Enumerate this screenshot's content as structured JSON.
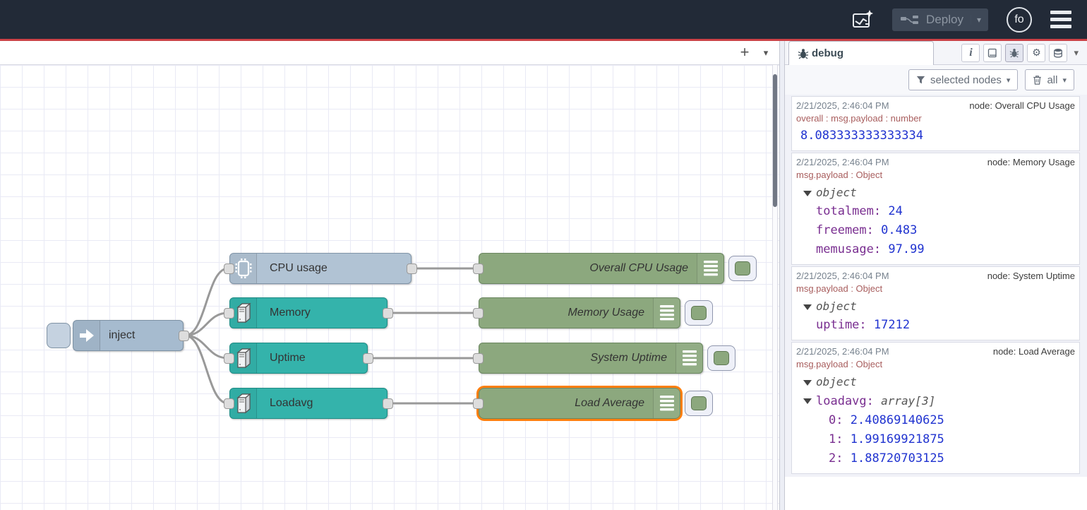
{
  "header": {
    "deploy_label": "Deploy",
    "avatar_label": "fo"
  },
  "glyphs": {
    "caret": "▾",
    "plus": "+",
    "info": "i",
    "gear": "⚙"
  },
  "colors": {
    "header_bg": "#222a37",
    "accent_red_line": "#cb4146",
    "inject_node": "#a6bbcf",
    "cpu_node": "#b1c3d4",
    "os_node_teal": "#34b3ab",
    "debug_node_green": "#8ca87e",
    "selection_orange": "#ff7f0e",
    "wire_gray": "#999999",
    "debug_key_purple": "#792e90",
    "debug_number_blue": "#2033d0",
    "debug_meta_red": "#a85d5d"
  },
  "canvas": {
    "nodes": [
      {
        "id": "inject",
        "label": "inject"
      },
      {
        "id": "cpu-usage",
        "label": "CPU usage"
      },
      {
        "id": "memory",
        "label": "Memory"
      },
      {
        "id": "uptime",
        "label": "Uptime"
      },
      {
        "id": "loadavg",
        "label": "Loadavg"
      },
      {
        "id": "overall-cpu",
        "label": "Overall CPU Usage"
      },
      {
        "id": "memory-usage",
        "label": "Memory Usage"
      },
      {
        "id": "system-uptime",
        "label": "System Uptime"
      },
      {
        "id": "load-average",
        "label": "Load Average"
      }
    ]
  },
  "sidebar": {
    "tab_label": "debug",
    "filter_button_label": "selected nodes",
    "clear_button_label": "all",
    "messages": [
      {
        "timestamp": "2/21/2025, 2:46:04 PM",
        "node": "node: Overall CPU Usage",
        "path": "overall : msg.payload : number",
        "value": "8.083333333333334"
      },
      {
        "timestamp": "2/21/2025, 2:46:04 PM",
        "node": "node: Memory Usage",
        "path": "msg.payload : Object",
        "object_label": "object",
        "entries": [
          {
            "key": "totalmem",
            "value": "24"
          },
          {
            "key": "freemem",
            "value": "0.483"
          },
          {
            "key": "memusage",
            "value": "97.99"
          }
        ]
      },
      {
        "timestamp": "2/21/2025, 2:46:04 PM",
        "node": "node: System Uptime",
        "path": "msg.payload : Object",
        "object_label": "object",
        "entries": [
          {
            "key": "uptime",
            "value": "17212"
          }
        ]
      },
      {
        "timestamp": "2/21/2025, 2:46:04 PM",
        "node": "node: Load Average",
        "path": "msg.payload : Object",
        "object_label": "object",
        "array_key": "loadavg",
        "array_type": "array[3]",
        "items": [
          {
            "index": "0",
            "value": "2.40869140625"
          },
          {
            "index": "1",
            "value": "1.99169921875"
          },
          {
            "index": "2",
            "value": "1.88720703125"
          }
        ]
      }
    ]
  }
}
